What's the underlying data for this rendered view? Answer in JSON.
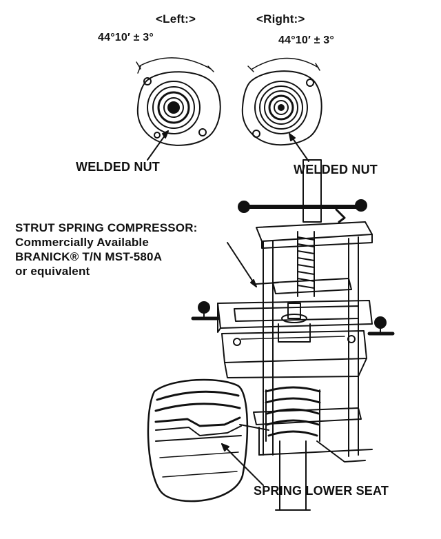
{
  "labels": {
    "left_header": "<Left:>",
    "right_header": "<Right:>",
    "left_angle": "44°10′ ± 3°",
    "right_angle": "44°10′ ± 3°",
    "left_welded_nut": "WELDED NUT",
    "right_welded_nut": "WELDED NUT",
    "compressor_line1": "STRUT SPRING COMPRESSOR:",
    "compressor_line2": "Commercially Available",
    "compressor_line3": "BRANICK® T/N MST-580A",
    "compressor_line4": "or equivalent",
    "spring_lower_seat": "SPRING LOWER SEAT"
  }
}
